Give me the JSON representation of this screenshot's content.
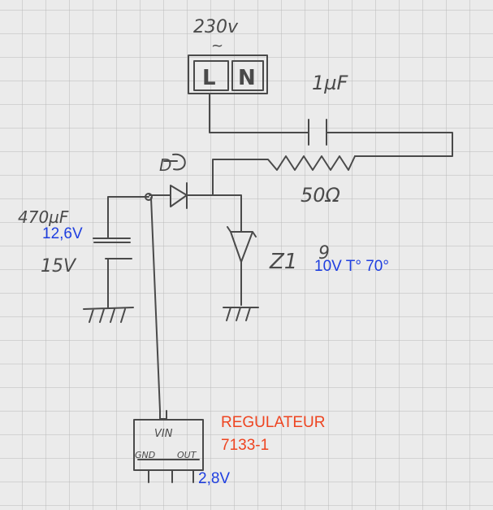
{
  "handwritten": {
    "mains_voltage": "230v",
    "mains_tilde": "~",
    "terminal_live": "L",
    "terminal_neutral": "N",
    "capacitor_value": "1µF",
    "resistor_value": "50Ω",
    "electrolytic_value": "470µF",
    "electrolytic_voltage": "15V",
    "diode_label": "D",
    "zener_label": "Z1",
    "zener_value": "9",
    "regulator_vin": "VIN",
    "regulator_gnd": "GND",
    "regulator_out": "OUT"
  },
  "annotations": {
    "cap_voltage": "12,6V",
    "zener_temp": "10V  T° 70°",
    "regulator_title": "REGULATEUR",
    "regulator_part": "7133-1",
    "output_voltage": "2,8V"
  },
  "colors": {
    "paper": "#ebebeb",
    "grid": "#b9b9b9",
    "ink": "#4a4a4a",
    "annotation_blue": "#1f3fe0",
    "annotation_red": "#ee4420"
  }
}
